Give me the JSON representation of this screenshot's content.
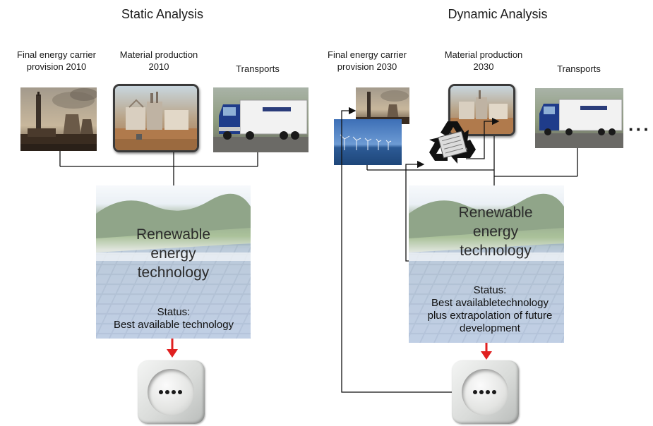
{
  "static": {
    "title": "Static Analysis",
    "labels": {
      "energy": [
        "Final energy carrier",
        "provision 2010"
      ],
      "material": [
        "Material production",
        "2010"
      ],
      "transport": "Transports"
    },
    "panel": {
      "title": [
        "Renewable",
        "energy",
        "technology"
      ],
      "status": [
        "Status:",
        "Best available technology"
      ]
    }
  },
  "dynamic": {
    "title": "Dynamic Analysis",
    "labels": {
      "energy": [
        "Final energy carrier",
        "provision 2030"
      ],
      "material": [
        "Material  production",
        "2030"
      ],
      "transport": "Transports"
    },
    "ellipsis": "···",
    "panel": {
      "title": [
        "Renewable",
        "energy",
        "technology"
      ],
      "status": [
        "Status:",
        "Best availabletechnology",
        "plus extrapolation of future",
        "development"
      ]
    }
  },
  "colors": {
    "arrow": "#e02020",
    "connector": "#111111"
  },
  "icons": [
    "power-plant-image",
    "factory-image",
    "truck-image",
    "wind-farm-image",
    "recycling-icon",
    "solar-park-image",
    "power-socket-image",
    "down-arrow-icon",
    "ellipsis-icon"
  ]
}
